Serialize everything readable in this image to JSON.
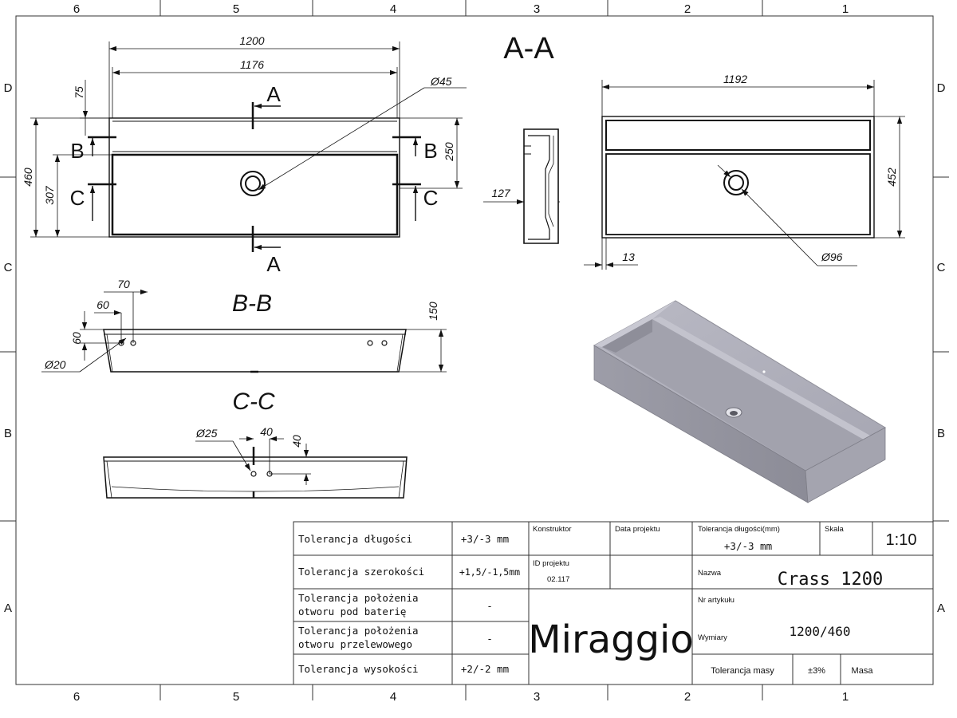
{
  "grid": {
    "columns": [
      "6",
      "5",
      "4",
      "3",
      "2",
      "1"
    ],
    "rows": [
      "D",
      "C",
      "B",
      "A"
    ]
  },
  "sections": {
    "aa": "A-A",
    "bb": "B-B",
    "cc": "C-C",
    "mark_a": "A",
    "mark_b": "B",
    "mark_c": "C"
  },
  "dimensions": {
    "top_overall": "1200",
    "top_inner": "1176",
    "top_75": "75",
    "top_depth": "460",
    "top_307": "307",
    "top_250": "250",
    "top_hole": "Ø45",
    "side_127": "127",
    "right_1192": "1192",
    "right_452": "452",
    "right_13": "13",
    "right_hole": "Ø96",
    "bb_70": "70",
    "bb_60w": "60",
    "bb_60h": "60",
    "bb_150": "150",
    "bb_hole": "Ø20",
    "cc_hole": "Ø25",
    "cc_40w": "40",
    "cc_40h": "40"
  },
  "title_block": {
    "tol_length_label": "Tolerancja długości",
    "tol_length_value": "+3/-3 mm",
    "tol_width_label": "Tolerancja szerokości",
    "tol_width_value": "+1,5/-1,5mm",
    "tol_tap_label_1": "Tolerancja położenia",
    "tol_tap_label_2": "otworu pod baterię",
    "tol_tap_value": "-",
    "tol_overflow_label_1": "Tolerancja położenia",
    "tol_overflow_label_2": "otworu przelewowego",
    "tol_overflow_value": "-",
    "tol_height_label": "Tolerancja wysokości",
    "tol_height_value": "+2/-2 mm",
    "constructor_label": "Konstruktor",
    "project_date_label": "Data projektu",
    "project_id_label": "ID projektu",
    "project_id_value": "02.117",
    "tol_length_mm_label": "Tolerancja długości(mm)",
    "tol_length_mm_value": "+3/-3 mm",
    "scale_label": "Skala",
    "scale_value": "1:10",
    "name_label": "Nazwa",
    "name_value": "Crass 1200",
    "article_label": "Nr artykułu",
    "dimensions_label": "Wymiary",
    "dimensions_value": "1200/460",
    "tol_mass_label": "Tolerancja masy",
    "tol_mass_value": "±3%",
    "mass_label": "Masa",
    "brand": "Miraggio"
  }
}
